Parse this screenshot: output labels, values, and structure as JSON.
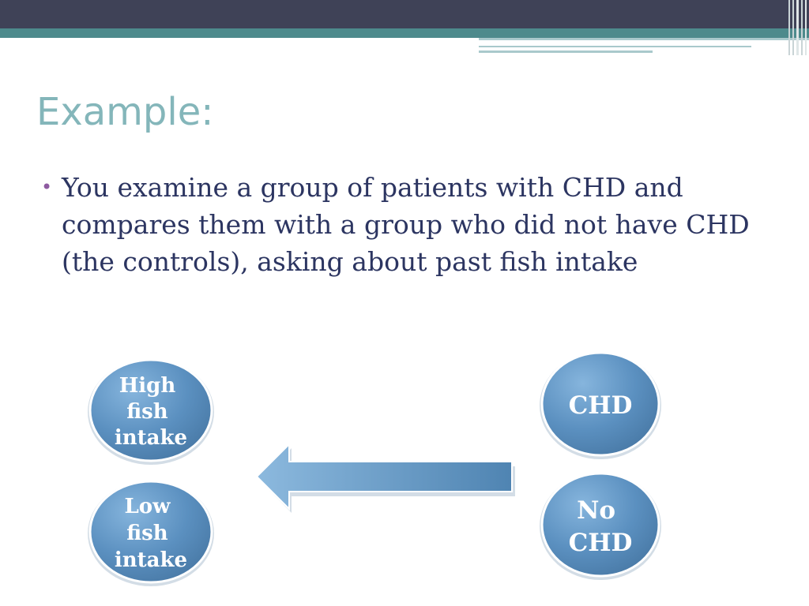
{
  "slide": {
    "title": "Example:",
    "bullets": [
      "You examine a group of patients with CHD and compares them with a group who did not have CHD (the controls), asking about past fish intake"
    ]
  },
  "diagram": {
    "exposures": [
      {
        "lines": [
          "High",
          "fish",
          "intake"
        ]
      },
      {
        "lines": [
          "Low",
          "fish",
          "intake"
        ]
      }
    ],
    "outcomes": [
      {
        "lines": [
          "CHD"
        ]
      },
      {
        "lines": [
          "No",
          "CHD"
        ]
      }
    ],
    "arrow_direction": "left"
  },
  "colors": {
    "header_dark": "#3f4257",
    "header_teal": "#4d8a8c",
    "title": "#84b6ba",
    "body_text": "#2c3561",
    "bullet": "#8e5ba1",
    "node_fill": "#5a8fbf"
  }
}
